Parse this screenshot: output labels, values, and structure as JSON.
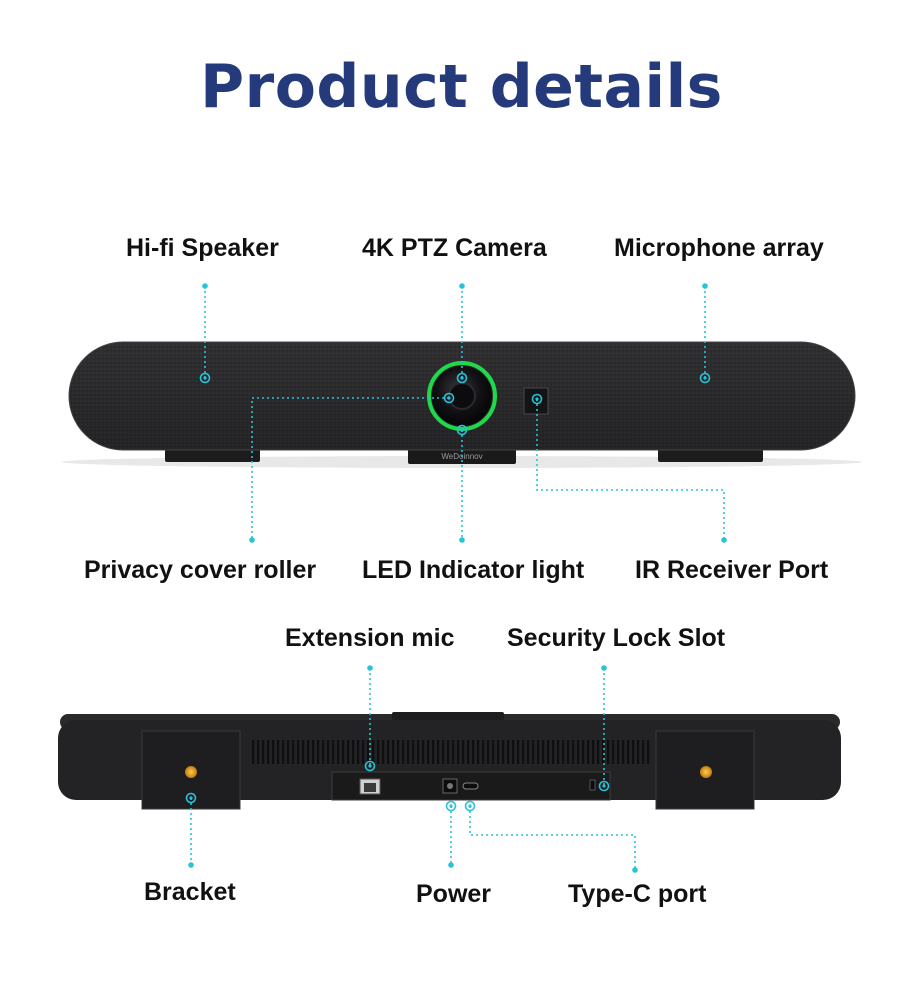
{
  "page": {
    "title": "Product details"
  },
  "front_labels": {
    "hifi_speaker": "Hi-fi Speaker",
    "camera": "4K PTZ Camera",
    "microphone_array": "Microphone array",
    "privacy_cover": "Privacy cover roller",
    "led_indicator": "LED Indicator light",
    "ir_receiver": "IR Receiver Port"
  },
  "rear_labels": {
    "extension_mic": "Extension mic",
    "security_lock": "Security Lock Slot",
    "bracket": "Bracket",
    "power": "Power",
    "type_c": "Type-C port"
  },
  "device": {
    "brand_text": "WeDoinnov"
  },
  "colors": {
    "title": "#253a7a",
    "callout": "#29c3d9",
    "led_ring": "#1fd94a",
    "device_body": "#2b2b2d",
    "bracket_led": "#e0a418"
  }
}
